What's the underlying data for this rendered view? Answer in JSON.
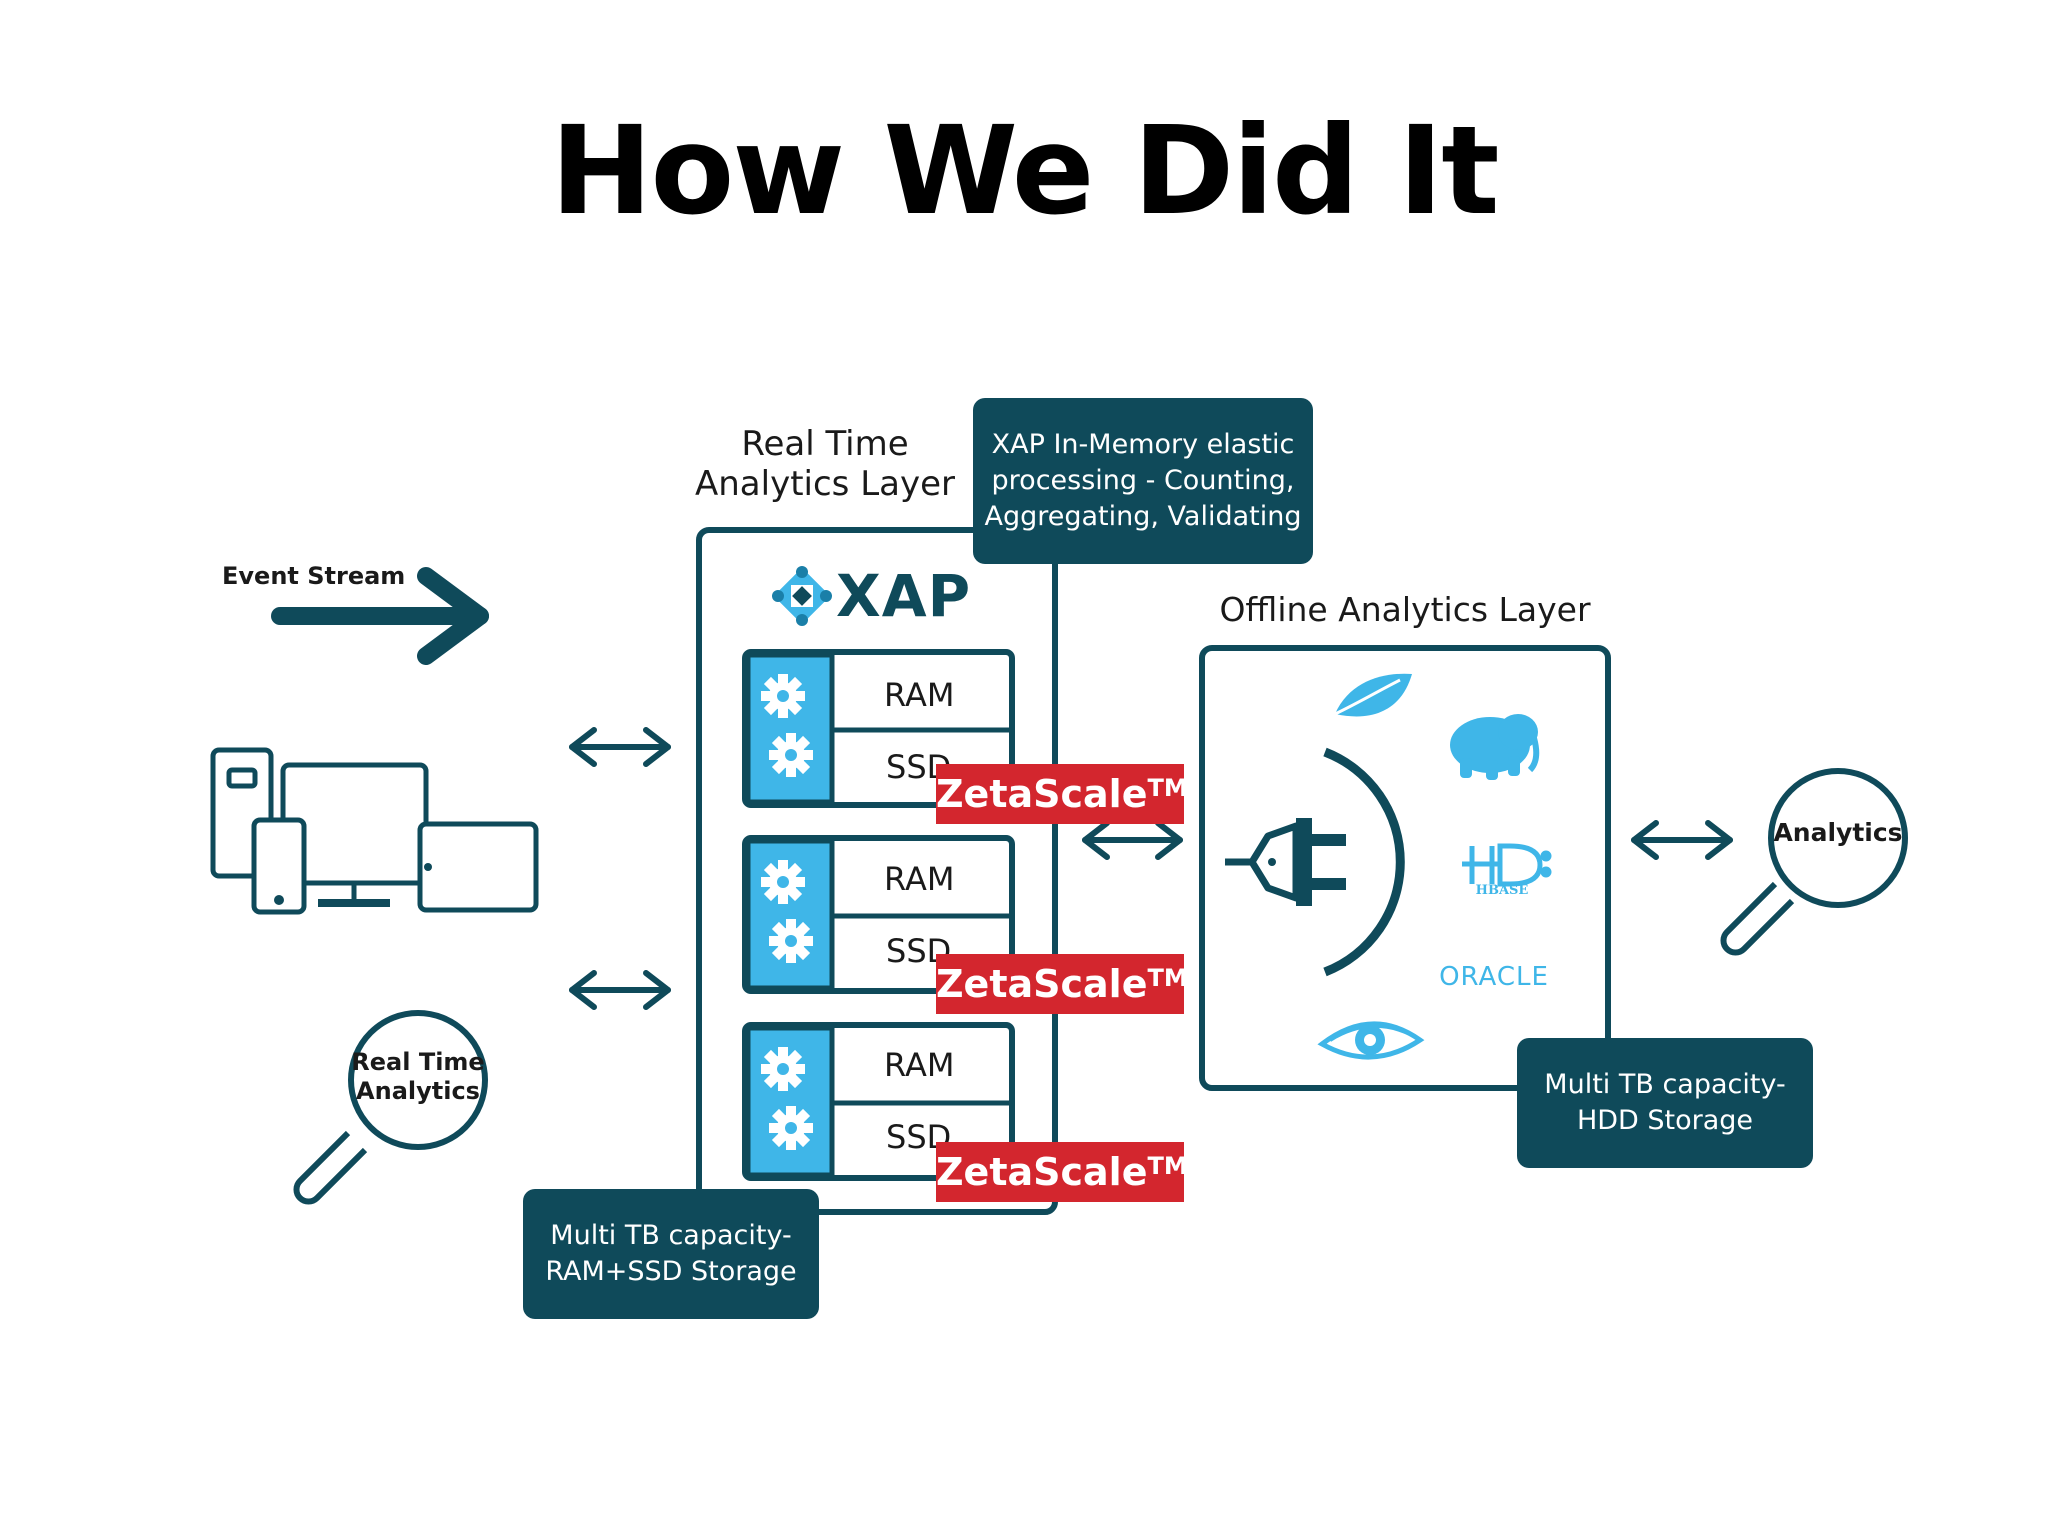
{
  "title": "How We Did It",
  "event_stream": "Event Stream",
  "real_time_layer": {
    "line1": "Real Time",
    "line2": "Analytics Layer"
  },
  "xap_callout": {
    "line1": "XAP In-Memory elastic",
    "line2": "processing - Counting,",
    "line3": "Aggregating, Validating"
  },
  "xap_logo": "XAP",
  "storage_units": [
    {
      "ram": "RAM",
      "ssd": "SSD",
      "badge": "ZetaScale",
      "tm": "TM"
    },
    {
      "ram": "RAM",
      "ssd": "SSD",
      "badge": "ZetaScale",
      "tm": "TM"
    },
    {
      "ram": "RAM",
      "ssd": "SSD",
      "badge": "ZetaScale",
      "tm": "TM"
    }
  ],
  "ram_ssd_callout": {
    "line1": "Multi TB capacity-",
    "line2": "RAM+SSD Storage"
  },
  "offline_layer": "Offline Analytics Layer",
  "hdd_callout": {
    "line1": "Multi TB capacity-",
    "line2": "HDD Storage"
  },
  "rt_analytics": {
    "line1": "Real Time",
    "line2": "Analytics"
  },
  "analytics": "Analytics",
  "oracle_logo": "ORACLE",
  "hbase_logo": "HBASE",
  "colors": {
    "teal": "#0f4a5a",
    "red": "#d3262e",
    "light_blue": "#3fb6e8"
  }
}
